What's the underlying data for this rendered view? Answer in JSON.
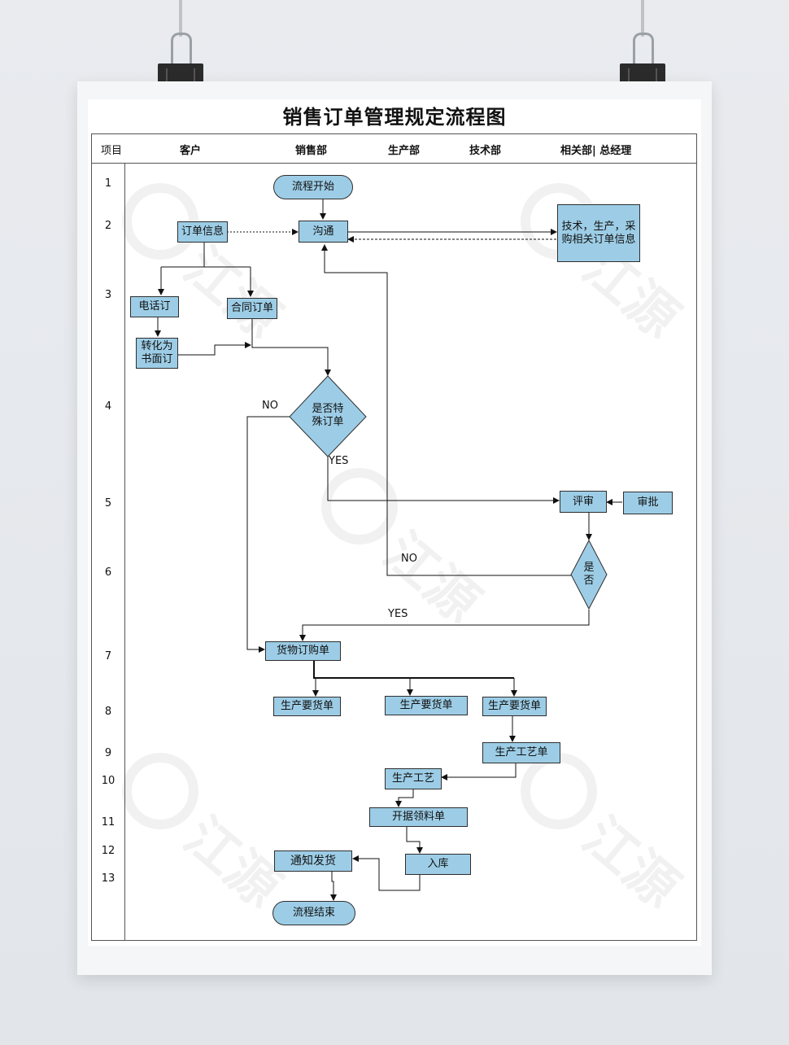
{
  "title": "销售订单管理规定流程图",
  "header": {
    "item": "项目",
    "cols": [
      "客户",
      "销售部",
      "生产部",
      "技术部",
      "相关部| 总经理"
    ]
  },
  "rows": [
    "1",
    "2",
    "3",
    "4",
    "5",
    "6",
    "7",
    "8",
    "9",
    "10",
    "11",
    "12",
    "13"
  ],
  "nodes": {
    "start": "流程开始",
    "order_info": "订单信息",
    "communicate": "沟通",
    "tech_info_1": "技术，生产，采",
    "tech_info_2": "购相关订单信息",
    "phone_order": "电话订",
    "contract_order": "合同订单",
    "to_written_1": "转化为",
    "to_written_2": "书面订",
    "special_1": "是否特",
    "special_2": "殊订单",
    "review": "评审",
    "approve": "审批",
    "yes_no_1": "是",
    "yes_no_2": "否",
    "purchase_order": "货物订购单",
    "prod_req_1": "生产要货单",
    "prod_req_2": "生产要货单",
    "prod_req_3": "生产要货单",
    "process_sheet": "生产工艺单",
    "process": "生产工艺",
    "material_req": "开据领料单",
    "storage": "入库",
    "notify_ship": "通知发货",
    "end": "流程结束"
  },
  "edge_labels": {
    "no_special": "NO",
    "yes_special": "YES",
    "no_review": "NO",
    "yes_review": "YES"
  },
  "watermark": "江源",
  "colors": {
    "node_fill": "#9dcde6",
    "border": "#2e2e2e"
  }
}
